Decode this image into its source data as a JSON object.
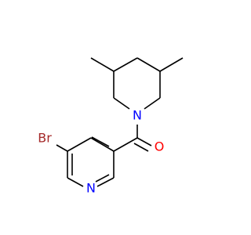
{
  "molecule": {
    "atoms": {
      "br": {
        "label": "Br",
        "color": "#a52a2a"
      },
      "n_pyridine": {
        "label": "N",
        "color": "#0000ff"
      },
      "n_piperidine": {
        "label": "N",
        "color": "#0000ff"
      },
      "o_carbonyl": {
        "label": "O",
        "color": "#ff0000"
      }
    },
    "bond_color": "#000000",
    "background_color": "#ffffff"
  }
}
